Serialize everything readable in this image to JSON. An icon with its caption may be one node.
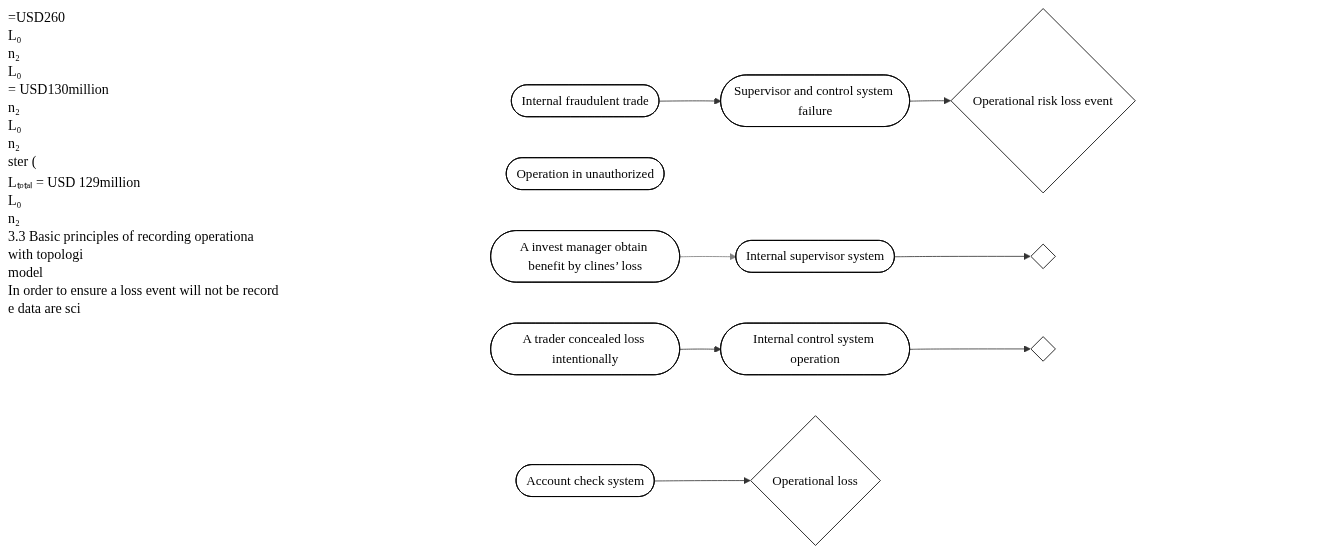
{
  "diagram": {
    "nodes": [
      {
        "text": [
          "Internal fraudulent trade"
        ]
      },
      {
        "text": [
          "Supervisor and control system failure"
        ]
      },
      {
        "text": [
          "Operation in unauthorized"
        ]
      },
      {
        "text": [
          "Account check system"
        ]
      },
      {
        "text": [
          "Operational risk loss event"
        ]
      },
      {
        "text": [
          "A invest manager obtain benefit by clines’ loss"
        ]
      },
      {
        "text": [
          "Internal supervisor system"
        ]
      },
      {
        "text": [
          "A trader concealed loss intentionally"
        ]
      },
      {
        "text": [
          "Internal control system operation"
        ]
      },
      {
        "text": [
          "Operational loss"
        ]
      },
      {
        "text": [],
        "shape": "diamond"
      },
      {
        "text": [],
        "shape": "diamond"
      }
    ],
    "edges": [
      {
        "from": 0,
        "to": 1,
        "arrow": "to"
      },
      {
        "from": 1,
        "to": 4,
        "arrow": "to"
      },
      {
        "from": 3,
        "to": 9,
        "arrow": "to"
      },
      {
        "from": 5,
        "to": 6,
        "arrow": "to",
        "color": "#808080"
      },
      {
        "from": 6,
        "to": 10,
        "arrow": "to"
      },
      {
        "from": 7,
        "to": 8,
        "arrow": "to"
      },
      {
        "from": 8,
        "to": 11,
        "arrow": "to"
      }
    ],
    "labels": [
      "=USD260",
      "L₀",
      "n₂",
      "L₀",
      "= USD130million",
      "n₂",
      "L₀",
      "n₂",
      "ster (",
      "Lₜₒₜₐₗ = USD 129million",
      "L₀",
      "n₂",
      "3.3 Basic principles of recording operationa",
      "with topologi",
      "model",
      "In order to ensure a loss event will not be record",
      "e data are sci"
    ]
  }
}
